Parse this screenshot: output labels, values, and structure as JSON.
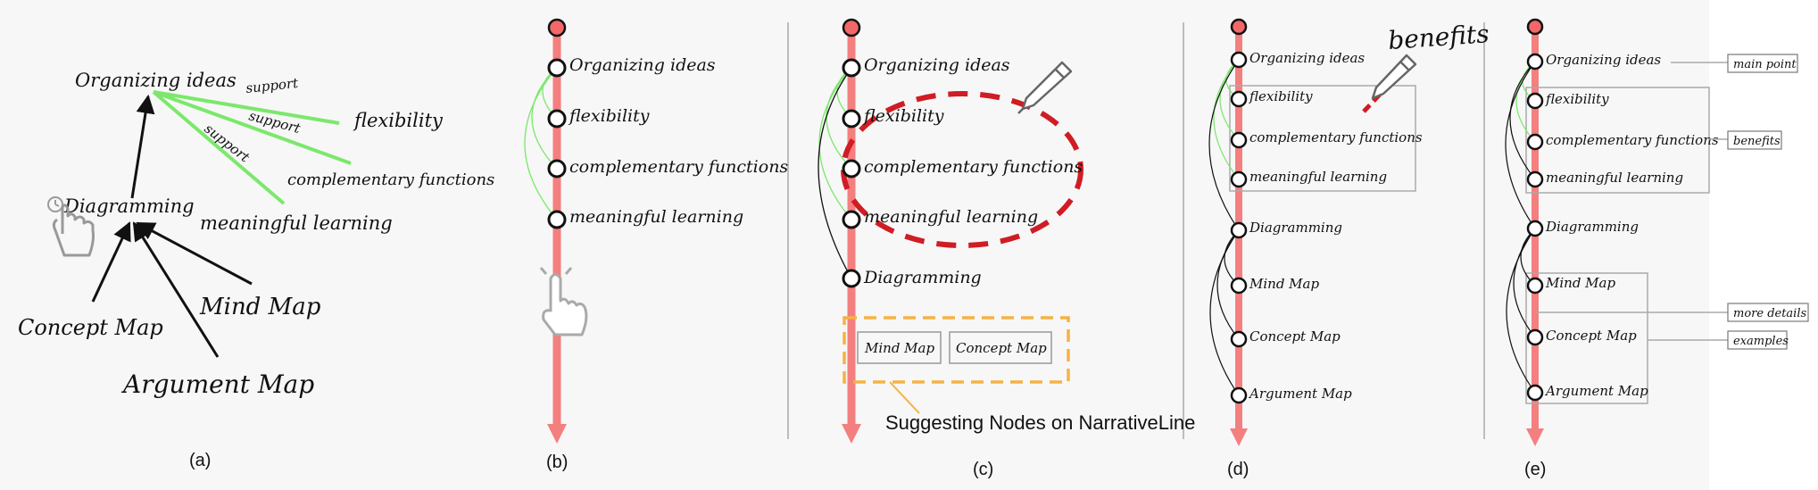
{
  "panels": {
    "a": {
      "caption": "(a)",
      "nodes": {
        "organizing": "Organizing ideas",
        "diagramming": "Diagramming",
        "flexibility": "flexibility",
        "complementary": "complementary functions",
        "meaningful": "meaningful learning",
        "concept_map": "Concept Map",
        "mind_map": "Mind Map",
        "argument_map": "Argument Map"
      },
      "edge_labels": [
        "support",
        "support",
        "support"
      ]
    },
    "b": {
      "caption": "(b)",
      "nodes": [
        "Organizing ideas",
        "flexibility",
        "complementary functions",
        "meaningful learning"
      ]
    },
    "c": {
      "caption": "(c)",
      "nodes": [
        "Organizing ideas",
        "flexibility",
        "complementary functions",
        "meaningful learning",
        "Diagramming"
      ],
      "suggestions": [
        "Mind Map",
        "Concept Map"
      ],
      "suggestion_note": "Suggesting Nodes on NarrativeLine"
    },
    "d": {
      "caption": "(d)",
      "nodes": [
        "Organizing ideas",
        "flexibility",
        "complementary functions",
        "meaningful learning",
        "Diagramming",
        "Mind Map",
        "Concept Map",
        "Argument Map"
      ],
      "handwritten": "benefits"
    },
    "e": {
      "caption": "(e)",
      "nodes": [
        "Organizing ideas",
        "flexibility",
        "complementary functions",
        "meaningful learning",
        "Diagramming",
        "Mind Map",
        "Concept Map",
        "Argument Map"
      ],
      "tags": [
        "main point",
        "benefits",
        "more details",
        "examples"
      ]
    }
  },
  "colors": {
    "timeline": "#f47f7f",
    "timeline_dot": "#f26868",
    "green": "#7be86b",
    "red_dash": "#d01c24",
    "orange_dash": "#f5b245",
    "panel_bg": "#f7f7f7"
  }
}
